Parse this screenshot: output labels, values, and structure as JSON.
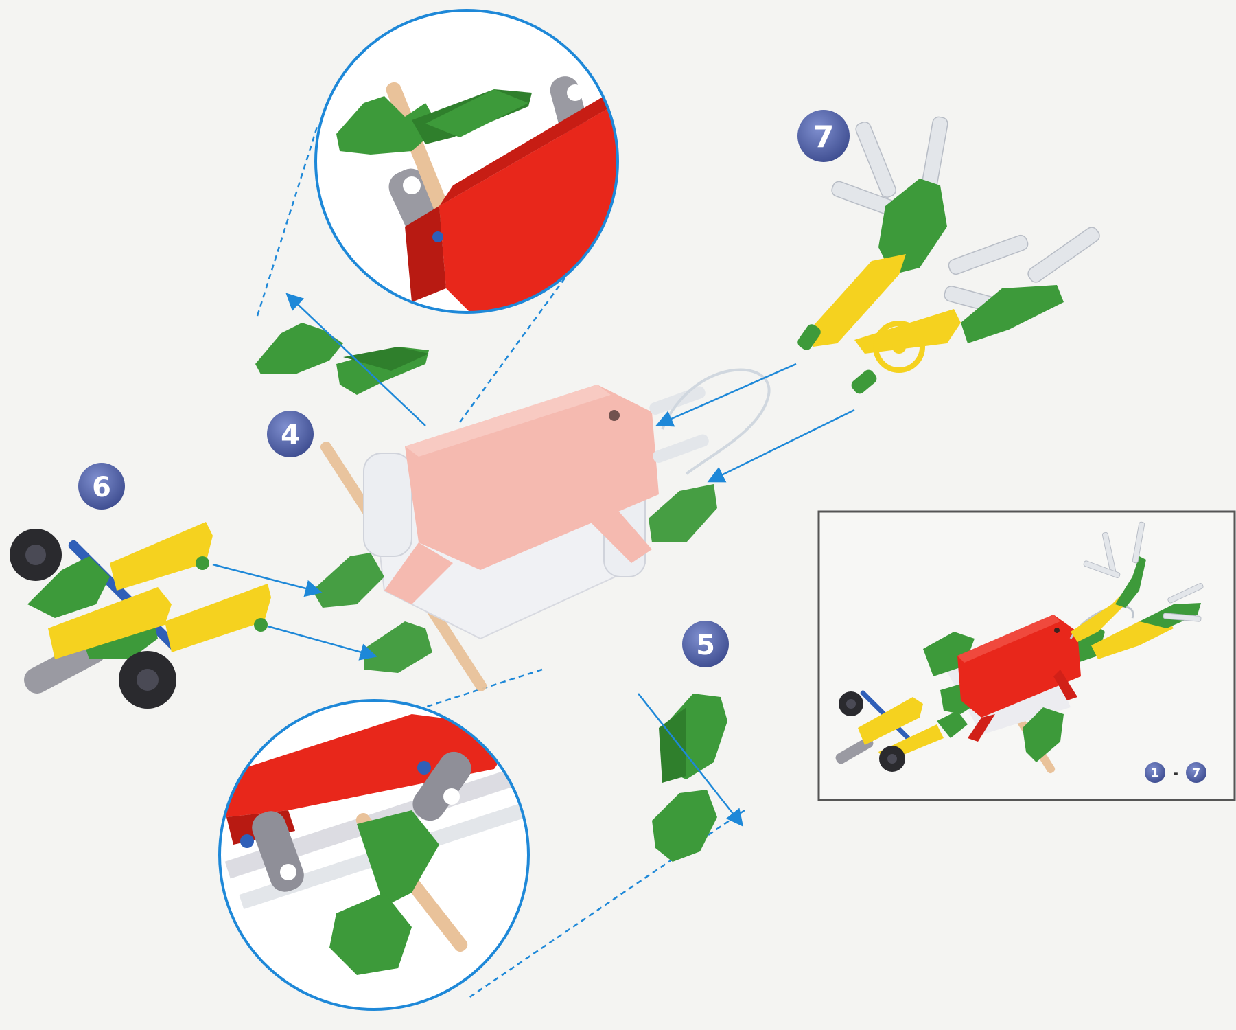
{
  "steps": {
    "step4": "4",
    "step5": "5",
    "step6": "6",
    "step7": "7"
  },
  "inset": {
    "range_start": "1",
    "range_separator": "-",
    "range_end": "7"
  },
  "colors": {
    "background": "#f4f4f2",
    "badge": "#4f5fa3",
    "arrow": "#1e88d8",
    "detail_circle": "#1e88d8",
    "green_part": "#3d9a3a",
    "yellow_part": "#f5d21f",
    "red_body": "#e8271b",
    "ghost_body": "#f6b7ad",
    "rod": "#e9c29a",
    "gray_part": "#9a9aa2",
    "gear": "#2a2a2e",
    "axle": "#2f5fb8",
    "clear_rod": "#e3e6ea"
  }
}
